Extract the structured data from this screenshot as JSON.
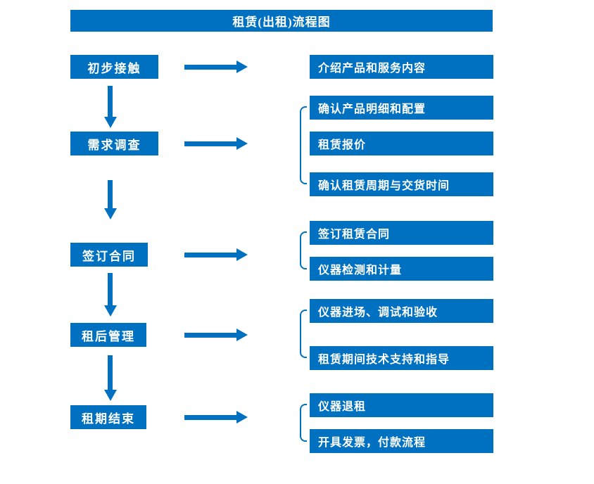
{
  "title": "租赁(出租)流程图",
  "colors": {
    "primary": "#0070C0",
    "box_text": "#FFFFFF",
    "background": "#FFFFFF"
  },
  "flow": {
    "steps": [
      {
        "label": "初步接触",
        "outputs": [
          "介绍产品和服务内容"
        ]
      },
      {
        "label": "需求调查",
        "outputs": [
          "确认产品明细和配置",
          "租赁报价",
          "确认租赁周期与交货时间"
        ]
      },
      {
        "label": "签订合同",
        "outputs": [
          "签订租赁合同",
          "仪器检测和计量"
        ]
      },
      {
        "label": "租后管理",
        "outputs": [
          "仪器进场、调试和验收",
          "租赁期间技术支持和指导"
        ]
      },
      {
        "label": "租期结束",
        "outputs": [
          "仪器退租",
          "开具发票，付款流程"
        ]
      }
    ]
  }
}
